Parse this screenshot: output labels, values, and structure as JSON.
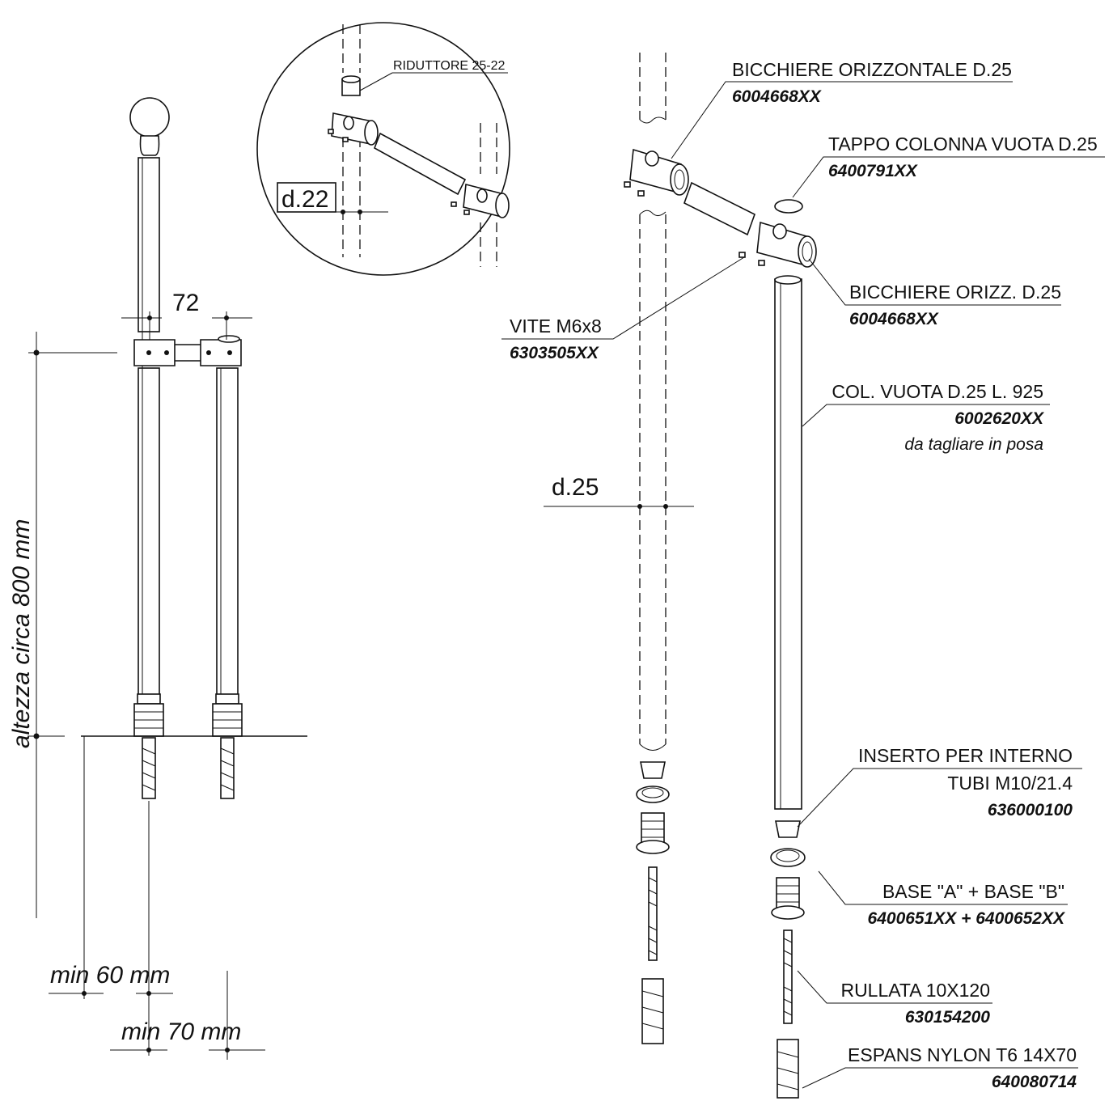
{
  "dimensions": {
    "height_label": "altezza circa 800 mm",
    "spacing_label": "72",
    "min_depth_label": "min 60 mm",
    "min_edge_label": "min 70 mm",
    "detail_diameter_label": "d.22",
    "main_diameter_label": "d.25"
  },
  "detail": {
    "reducer_label": "RIDUTTORE 25-22"
  },
  "parts": [
    {
      "name": "BICCHIERE ORIZZONTALE D.25",
      "code": "6004668XX",
      "note": ""
    },
    {
      "name": "TAPPO COLONNA VUOTA D.25",
      "code": "6400791XX",
      "note": ""
    },
    {
      "name": "BICCHIERE ORIZZ. D.25",
      "code": "6004668XX",
      "note": ""
    },
    {
      "name": "VITE  M6x8",
      "code": "6303505XX",
      "note": ""
    },
    {
      "name": "COL. VUOTA D.25 L. 925",
      "code": "6002620XX",
      "note": "da tagliare in posa"
    },
    {
      "name": "INSERTO PER INTERNO",
      "name2": "TUBI M10/21.4",
      "code": "636000100",
      "note": ""
    },
    {
      "name": "BASE \"A\" + BASE \"B\"",
      "code": "6400651XX + 6400652XX",
      "note": ""
    },
    {
      "name": "RULLATA 10X120",
      "code": "630154200",
      "note": ""
    },
    {
      "name": "ESPANS NYLON T6 14X70",
      "code": "640080714",
      "note": ""
    }
  ]
}
